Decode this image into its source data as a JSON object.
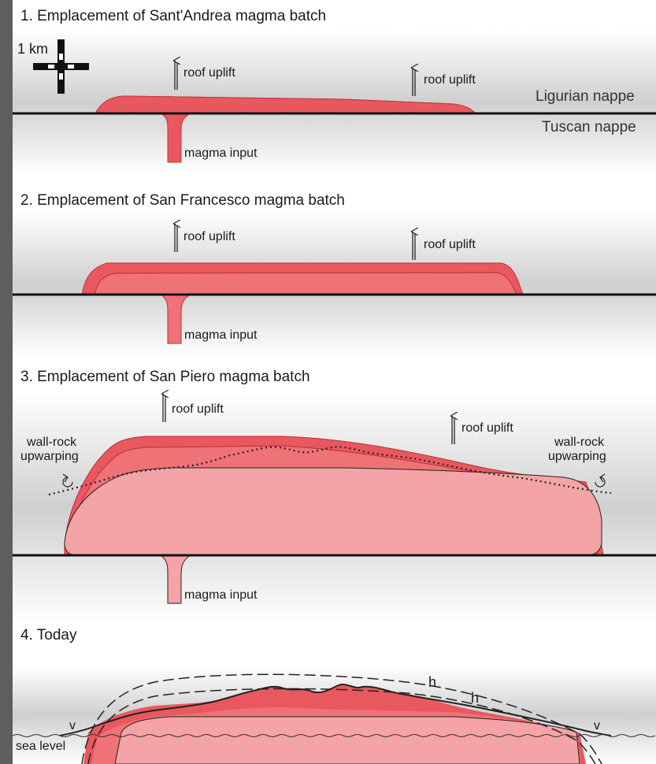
{
  "panels": [
    {
      "title": "1. Emplacement of Sant'Andrea magma batch"
    },
    {
      "title": "2. Emplacement of San Francesco magma batch"
    },
    {
      "title": "3. Emplacement of San Piero magma batch"
    },
    {
      "title": "4. Today"
    }
  ],
  "scale_label": "1 km",
  "labels": {
    "roof_uplift": "roof uplift",
    "magma_input": "magma input",
    "ligurian_nappe": "Ligurian nappe",
    "tuscan_nappe": "Tuscan nappe",
    "wall_rock_line1": "wall-rock",
    "wall_rock_line2": "upwarping",
    "sea_level": "sea level",
    "h": "h",
    "v": "v"
  },
  "colors": {
    "sant_andrea": "#e8585e",
    "san_francesco": "#ef7276",
    "san_piero": "#f4a4a6",
    "nappe_band": "#d4d4d4"
  }
}
